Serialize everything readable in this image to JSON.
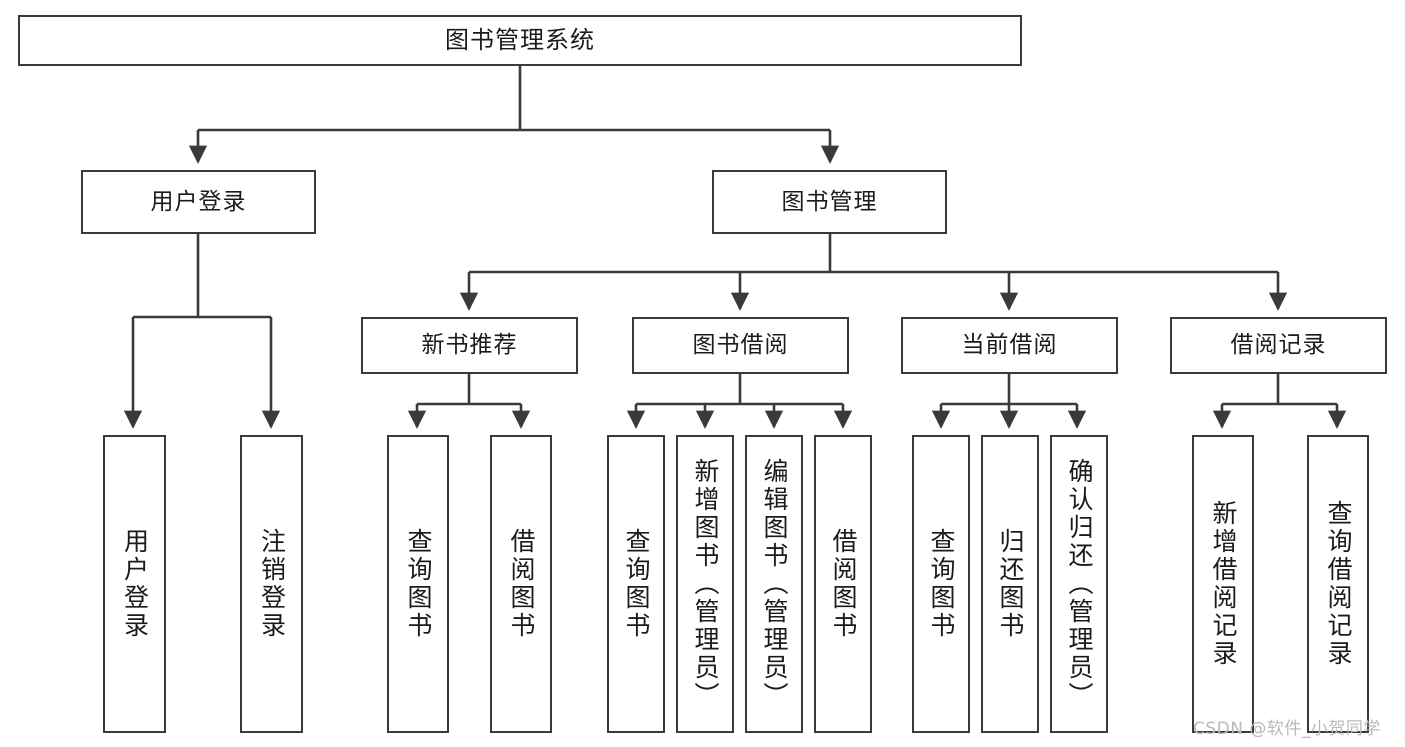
{
  "diagram": {
    "title": "图书管理系统",
    "watermark": "CSDN @软件_小贺同学",
    "colors": {
      "background": "#ffffff",
      "node_border": "#3a3a3a",
      "node_fill": "#ffffff",
      "edge": "#3a3a3a",
      "text": "#1b1b1b",
      "watermark": "#b9b9b9"
    },
    "nodes": {
      "root": {
        "label": "图书管理系统"
      },
      "level2": [
        {
          "label": "用户登录"
        },
        {
          "label": "图书管理"
        }
      ],
      "level3": [
        {
          "label": "新书推荐"
        },
        {
          "label": "图书借阅"
        },
        {
          "label": "当前借阅"
        },
        {
          "label": "借阅记录"
        }
      ],
      "leaves": [
        {
          "label": "用户登录",
          "parent": "用户登录"
        },
        {
          "label": "注销登录",
          "parent": "用户登录"
        },
        {
          "label": "查询图书",
          "parent": "新书推荐"
        },
        {
          "label": "借阅图书",
          "parent": "新书推荐"
        },
        {
          "label": "查询图书",
          "parent": "图书借阅"
        },
        {
          "label": "新增图书（管理员）",
          "parent": "图书借阅"
        },
        {
          "label": "编辑图书（管理员）",
          "parent": "图书借阅"
        },
        {
          "label": "借阅图书",
          "parent": "图书借阅"
        },
        {
          "label": "查询图书",
          "parent": "当前借阅"
        },
        {
          "label": "归还图书",
          "parent": "当前借阅"
        },
        {
          "label": "确认归还（管理员）",
          "parent": "当前借阅"
        },
        {
          "label": "新增借阅记录",
          "parent": "借阅记录"
        },
        {
          "label": "查询借阅记录",
          "parent": "借阅记录"
        }
      ]
    }
  }
}
